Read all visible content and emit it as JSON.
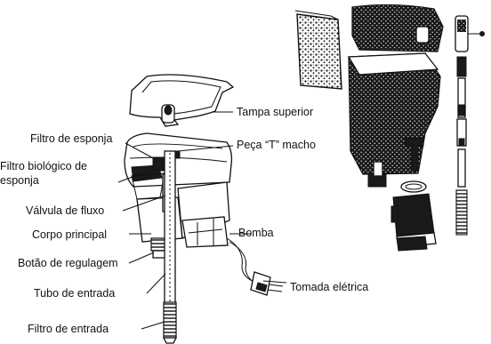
{
  "diagram": {
    "labels": {
      "tampa_superior": "Tampa superior",
      "filtro_esponja": "Filtro de esponja",
      "peca_t_macho": "Peça “T” macho",
      "filtro_biologico_l1": "Filtro biológico de",
      "filtro_biologico_l2": "esponja",
      "valvula_fluxo": "Válvula de fluxo",
      "corpo_principal": "Corpo principal",
      "bomba": "Bomba",
      "botao_regulagem": "Botão de regulagem",
      "tubo_entrada": "Tubo de entrada",
      "tomada_eletrica": "Tomada elétrica",
      "filtro_entrada": "Filtro de entrada"
    }
  }
}
